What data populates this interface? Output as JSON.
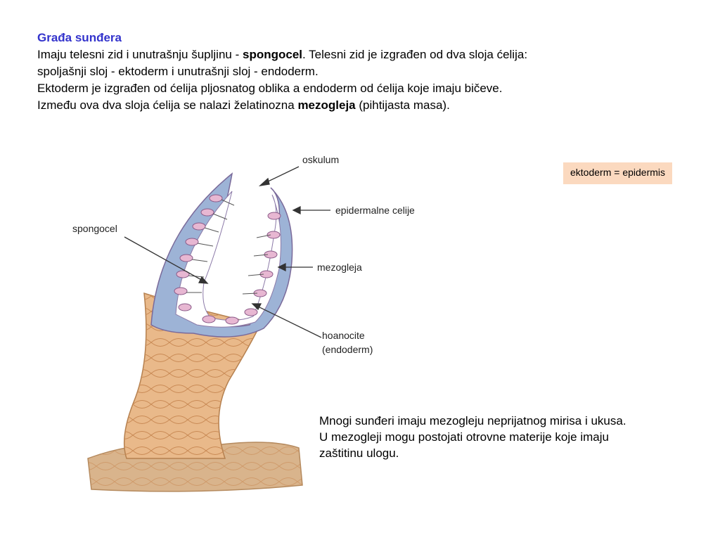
{
  "heading": "Građa sunđera",
  "paragraph": {
    "l1_a": "Imaju telesni zid i unutrašnju šupljinu - ",
    "l1_b": "spongocel",
    "l1_c": ". Telesni zid je izgrađen od dva sloja ćelija:",
    "l2": "spoljašnji sloj - ektoderm i unutrašnji sloj - endoderm.",
    "l3": "Ektoderm je izgrađen od ćelija pljosnatog oblika a endoderm od ćelija koje imaju bičeve.",
    "l4_a": "Između ova dva sloja ćelija se nalazi  želatinozna ",
    "l4_b": "mezogleja",
    "l4_c": " (pihtijasta masa)."
  },
  "figure": {
    "labels": {
      "oskulum": "oskulum",
      "epidermal": "epidermalne celije",
      "spongocel": "spongocel",
      "mezogleja": "mezogleja",
      "hoanocite_1": "hoanocite",
      "hoanocite_2": "(endoderm)"
    },
    "colors": {
      "body": "#e9b98a",
      "body_dark": "#c98a55",
      "mesoglea": "#9db3d6",
      "cells": "#e7b7d2",
      "base": "#d9b48c"
    }
  },
  "callout": "ektoderm = epidermis",
  "note": {
    "l1": "Mnogi sunđeri imaju mezogleju neprijatnog mirisa i ukusa.",
    "l2": "U mezogleji mogu postojati otrovne materije koje imaju",
    "l3": "zaštitinu ulogu."
  }
}
